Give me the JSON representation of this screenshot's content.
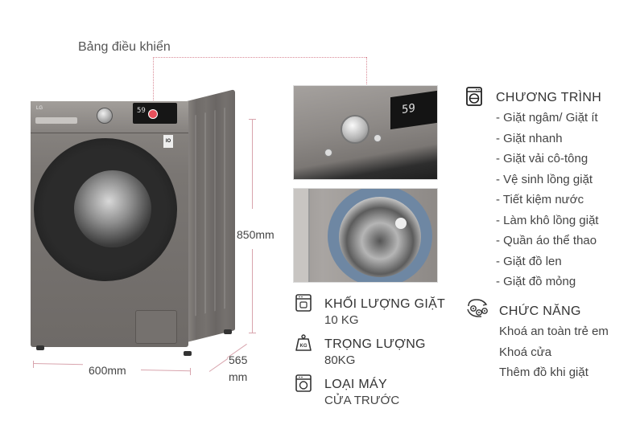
{
  "callout": {
    "label": "Bảng điều khiển",
    "color": "#e8505b",
    "line_color": "#d98a96"
  },
  "machine": {
    "brand": "LG",
    "display_value": "59",
    "badge": "IO",
    "body_color": "#7a7673"
  },
  "dimensions": {
    "height": "850mm",
    "width": "600mm",
    "depth_value": "565",
    "depth_unit": "mm",
    "line_color": "#d8a4ad"
  },
  "photos": {
    "top_display": "59"
  },
  "specs": [
    {
      "icon": "laundry-weight-icon",
      "title": "KHỐI LƯỢNG GIẶT",
      "value": "10 KG"
    },
    {
      "icon": "kg-weight-icon",
      "title": "TRỌNG LƯỢNG",
      "value": "80KG"
    },
    {
      "icon": "front-loader-icon",
      "title": "LOẠI MÁY",
      "value": "CỬA TRƯỚC"
    }
  ],
  "programs": {
    "icon": "washing-machine-icon",
    "title": "CHƯƠNG TRÌNH",
    "items": [
      "- Giặt ngâm/ Giặt ít",
      "- Giặt nhanh",
      "- Giặt vải cô-tông",
      "- Vệ sinh lồng giặt",
      "- Tiết kiệm nước",
      "- Làm khô lồng giặt",
      "- Quần áo thể thao",
      "- Giặt đồ len",
      "- Giặt đồ mỏng"
    ]
  },
  "features": {
    "icon": "gears-function-icon",
    "title": "CHỨC NĂNG",
    "items": [
      "Khoá an toàn trẻ em",
      "Khoá cửa",
      "Thêm đồ khi giặt"
    ]
  }
}
